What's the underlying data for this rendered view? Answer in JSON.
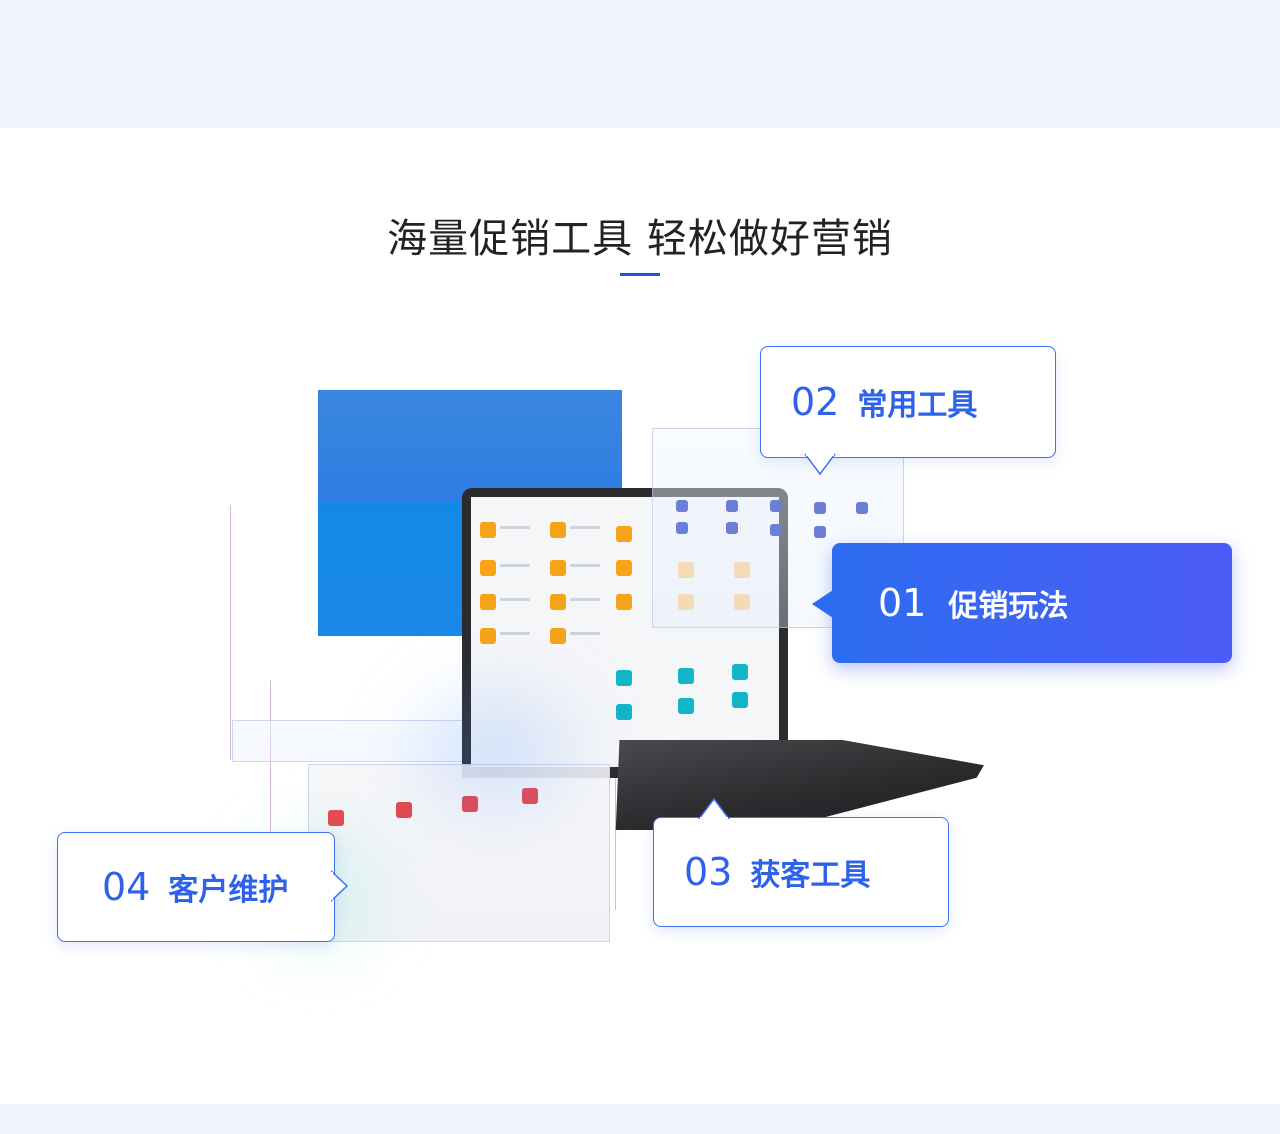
{
  "page": {
    "headline": "海量促销工具 轻松做好营销"
  },
  "features": [
    {
      "num": "01",
      "label": "促销玩法",
      "active": true
    },
    {
      "num": "02",
      "label": "常用工具",
      "active": false
    },
    {
      "num": "03",
      "label": "获客工具",
      "active": false
    },
    {
      "num": "04",
      "label": "客户维护",
      "active": false
    }
  ],
  "colors": {
    "accent": "#2e62ea",
    "active_gradient_start": "#2d6cf0",
    "active_gradient_end": "#4d5cf6",
    "background_band": "#eef3fd"
  }
}
